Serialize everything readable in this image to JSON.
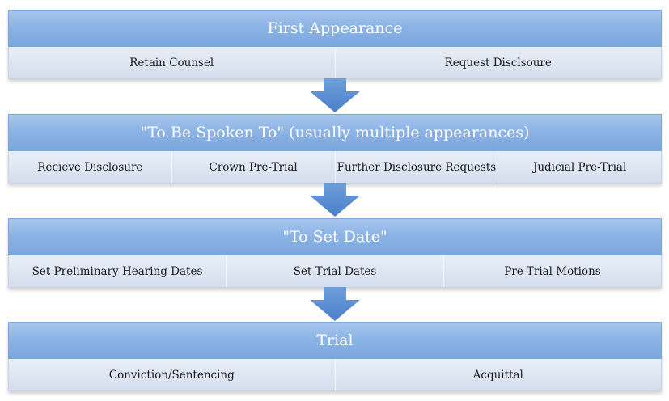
{
  "stages": [
    {
      "title": "First Appearance",
      "items": [
        "Retain Counsel",
        "Request Disclsoure"
      ]
    },
    {
      "title": "\"To Be Spoken To\" (usually multiple appearances)",
      "items": [
        "Recieve Disclosure",
        "Crown Pre-Trial",
        "Further Disclosure Requests",
        "Judicial Pre-Trial"
      ]
    },
    {
      "title": "\"To Set Date\"",
      "items": [
        "Set Preliminary Hearing Dates",
        "Set Trial Dates",
        "Pre-Trial Motions"
      ]
    },
    {
      "title": "Trial",
      "items": [
        "Conviction/Sentencing",
        "Acquittal"
      ]
    }
  ],
  "colors": {
    "header_fill": "#8db4e6",
    "row_fill": "#dce5f1",
    "arrow_fill": "#5b8fd4"
  },
  "icons": {
    "connector": "down-arrow-icon"
  }
}
